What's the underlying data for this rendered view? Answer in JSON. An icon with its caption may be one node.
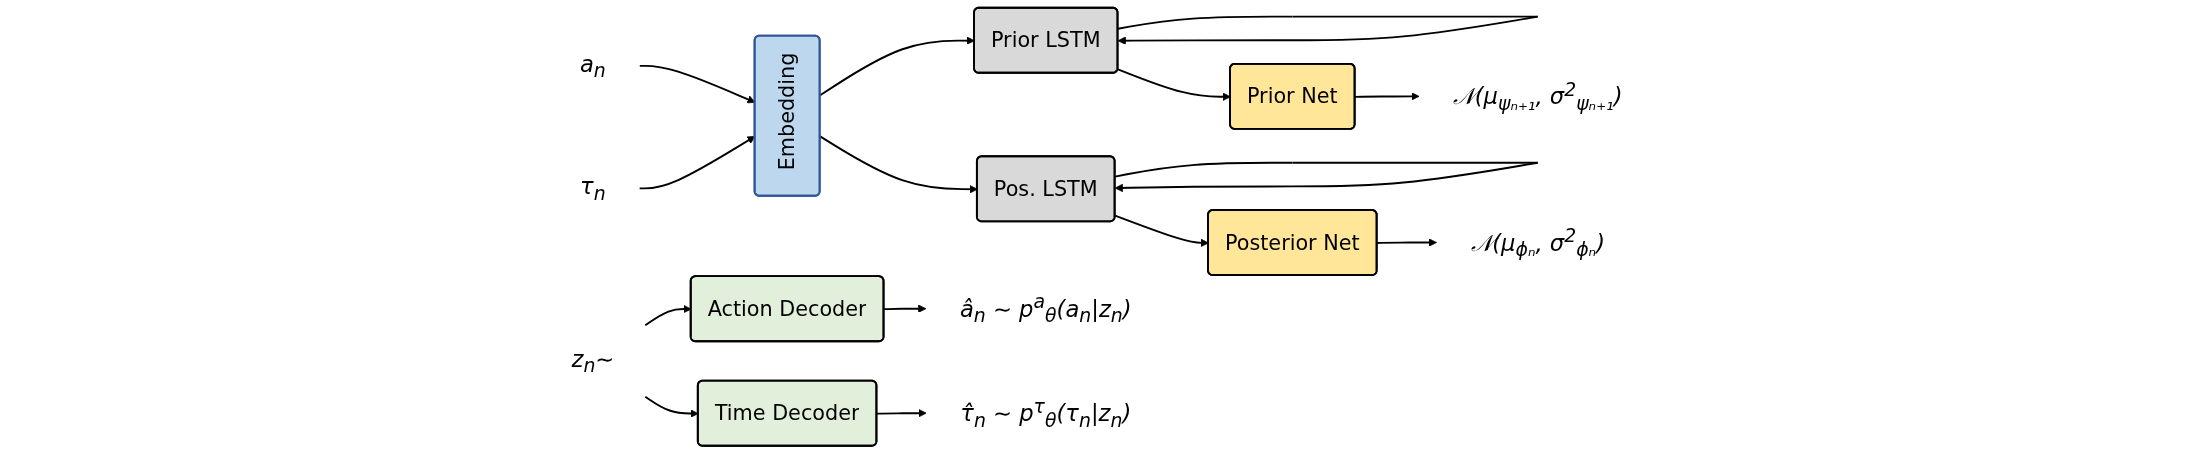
{
  "diagram": {
    "nodes": [
      {
        "text": [
          "a$_{n}$"
        ]
      },
      {
        "text": [
          "τ$_{n}$"
        ]
      },
      {
        "text": [
          "Embedding"
        ]
      },
      {
        "text": [
          "Prior LSTM"
        ]
      },
      {
        "text": [
          "Pos. LSTM"
        ]
      },
      {
        "text": [
          "Prior Net"
        ]
      },
      {
        "text": [
          "Posterior Net"
        ]
      },
      {
        "text": [
          "𝒩(μ$_{ψₙ₊₁}$, σ$^{2}$$_{ψₙ₊₁}$)"
        ]
      },
      {
        "text": [
          "𝒩(μ$_{ϕₙ}$, σ$^{2}$$_{ϕₙ}$)"
        ]
      },
      {
        "text": [
          "z$_{n}$∼"
        ]
      },
      {
        "text": [
          "Action Decoder"
        ]
      },
      {
        "text": [
          "Time Decoder"
        ]
      },
      {
        "text": [
          "â$_{n}$ ∼ p$^{a}$$_{θ}$(a$_{n}$|z$_{n}$)"
        ]
      },
      {
        "text": [
          "τ̂$_{n}$ ∼ p$^{τ}$$_{θ}$(τ$_{n}$|z$_{n}$)"
        ]
      }
    ],
    "edges": [
      {
        "from": 0,
        "to": 2,
        "arrow": "to"
      },
      {
        "from": 1,
        "to": 2,
        "arrow": "to"
      },
      {
        "from": 2,
        "to": 3,
        "arrow": "to"
      },
      {
        "from": 2,
        "to": 4,
        "arrow": "to"
      },
      {
        "from": 3,
        "to": 3,
        "arrow": "to"
      },
      {
        "from": 4,
        "to": 4,
        "arrow": "to"
      },
      {
        "from": 3,
        "to": 5,
        "arrow": "to"
      },
      {
        "from": 4,
        "to": 6,
        "arrow": "to"
      },
      {
        "from": 5,
        "to": 7,
        "arrow": "to"
      },
      {
        "from": 6,
        "to": 8,
        "arrow": "to"
      },
      {
        "from": 9,
        "to": 10,
        "arrow": "to"
      },
      {
        "from": 9,
        "to": 11,
        "arrow": "to"
      },
      {
        "from": 10,
        "to": 12,
        "arrow": "to"
      },
      {
        "from": 11,
        "to": 13,
        "arrow": "to"
      }
    ]
  }
}
